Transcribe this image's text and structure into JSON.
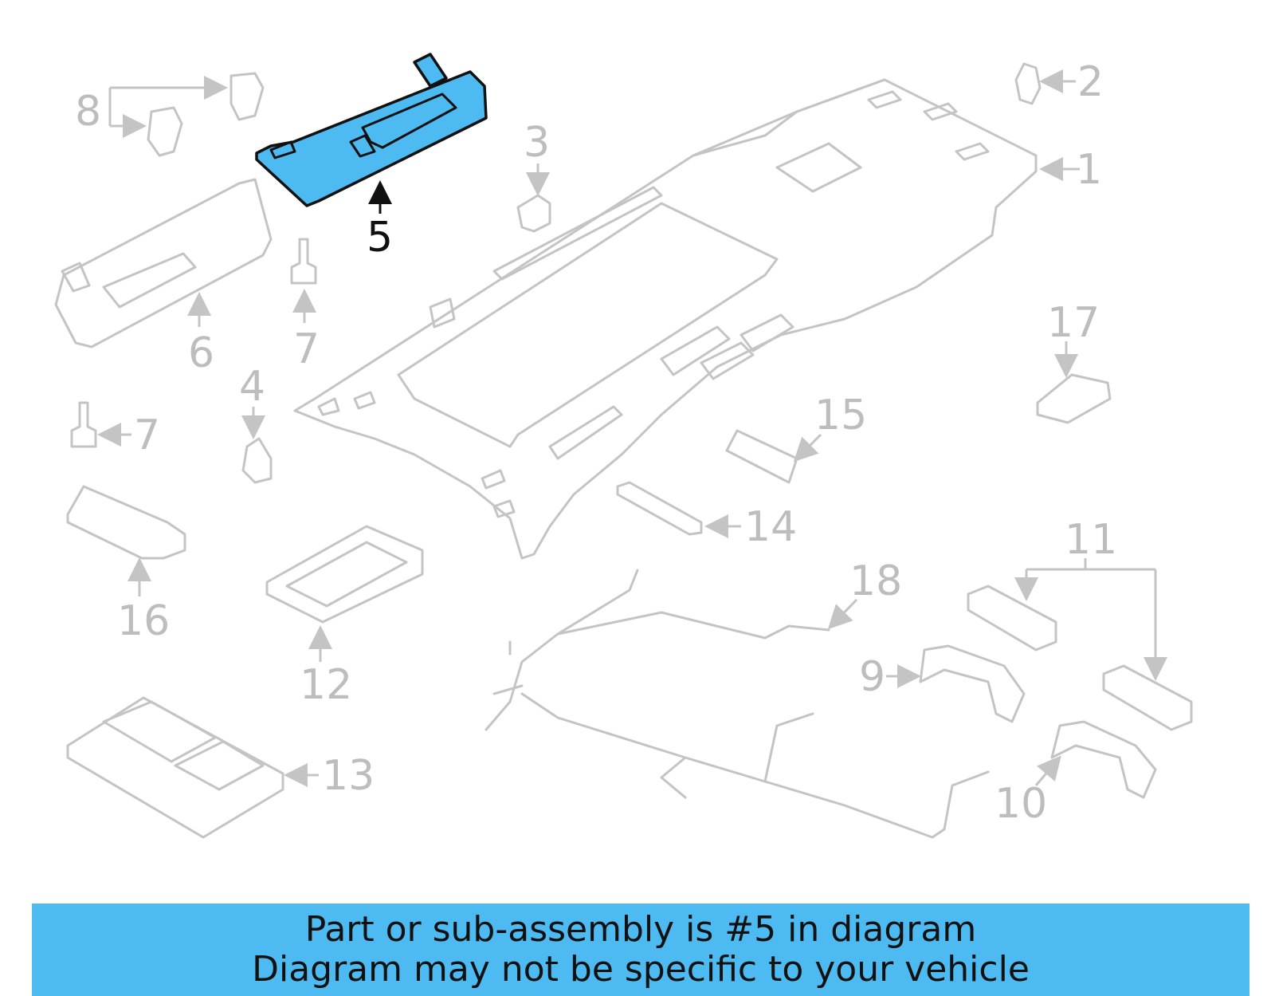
{
  "diagram": {
    "highlight_color": "#4dbbf2",
    "highlighted_part": "5",
    "callouts": {
      "c1": "1",
      "c2": "2",
      "c3": "3",
      "c4": "4",
      "c5": "5",
      "c6": "6",
      "c7a": "7",
      "c7b": "7",
      "c8": "8",
      "c9": "9",
      "c10": "10",
      "c11": "11",
      "c12": "12",
      "c13": "13",
      "c14": "14",
      "c15": "15",
      "c16": "16",
      "c17": "17",
      "c18": "18"
    }
  },
  "banner": {
    "line1": "Part or sub-assembly is #5 in diagram",
    "line2": "Diagram may not be specific to your vehicle",
    "background": "#4dbbf2"
  }
}
